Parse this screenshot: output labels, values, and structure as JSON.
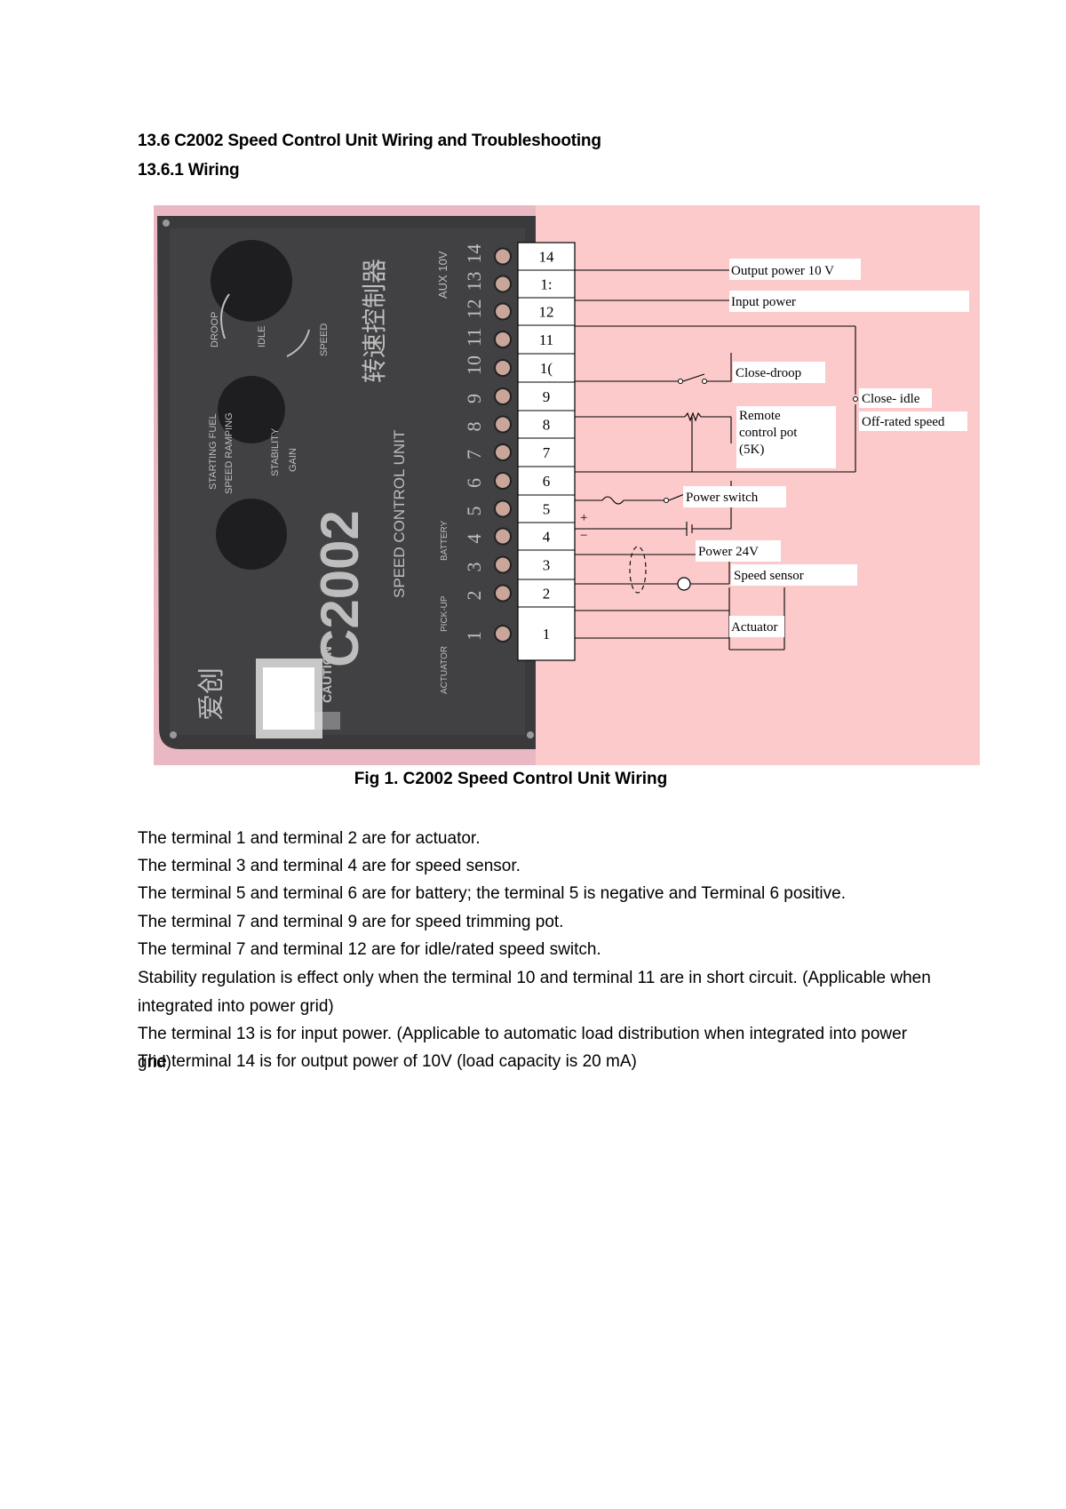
{
  "section_heading": "13.6 C2002 Speed Control Unit Wiring and Troubleshooting",
  "subsection_heading": "13.6.1 Wiring",
  "figure": {
    "caption": "Fig 1. C2002 Speed Control Unit Wiring",
    "device": {
      "model": "C2002",
      "chinese_name": "转速控制器",
      "english_name": "SPEED CONTROL UNIT",
      "brand": "爱创",
      "caution": "CAUTION",
      "knob_labels": {
        "droop": "DROOP",
        "idle": "IDLE",
        "speed": "SPEED",
        "starting_fuel": "STARTING FUEL",
        "speed_ramping": "SPEED RAMPING",
        "stability": "STABILITY",
        "gain": "GAIN"
      },
      "terminal_group_labels": {
        "aux": "AUX 10V",
        "battery": "BATTERY",
        "pickup": "PICK-UP",
        "actuator": "ACTUATOR"
      },
      "side_numbers": [
        "14",
        "13",
        "12",
        "11",
        "10",
        "9",
        "8",
        "7",
        "6",
        "5",
        "4",
        "3",
        "2",
        "1"
      ]
    },
    "terminals": [
      "14",
      "1:",
      "12",
      "11",
      "1(",
      "9",
      "8",
      "7",
      "6",
      "5",
      "4",
      "3",
      "2",
      "1"
    ],
    "labels": {
      "output_power": "Output power 10 V",
      "input_power": "Input power",
      "close_droop": "Close-droop",
      "remote_pot_line1": "Remote",
      "remote_pot_line2": "control pot",
      "remote_pot_line3": "(5K)",
      "close_idle": "Close- idle",
      "off_rated": "Off-rated speed",
      "power_switch": "Power switch",
      "power_24v": "Power 24V",
      "speed_sensor": "Speed sensor",
      "actuator": "Actuator",
      "plus": "+",
      "minus": "−"
    },
    "colors": {
      "background": "#fccaca",
      "device_body": "#3a3a3c"
    }
  },
  "paragraphs": [
    "The terminal 1 and terminal 2 are for actuator.",
    "The terminal 3 and terminal 4 are for speed sensor.",
    "The terminal 5 and terminal 6 are for battery; the terminal 5 is negative and Terminal 6 positive.",
    "The terminal 7 and terminal 9 are for speed trimming pot.",
    "The terminal 7 and terminal 12 are for idle/rated speed switch.",
    "Stability regulation is effect only when the terminal 10 and terminal 11 are in short circuit. (Applicable when integrated into power grid)",
    "The terminal 13 is for input power. (Applicable to automatic load distribution when integrated into power grid)",
    "The terminal 14 is for output power of 10V (load capacity is 20 mA)"
  ]
}
